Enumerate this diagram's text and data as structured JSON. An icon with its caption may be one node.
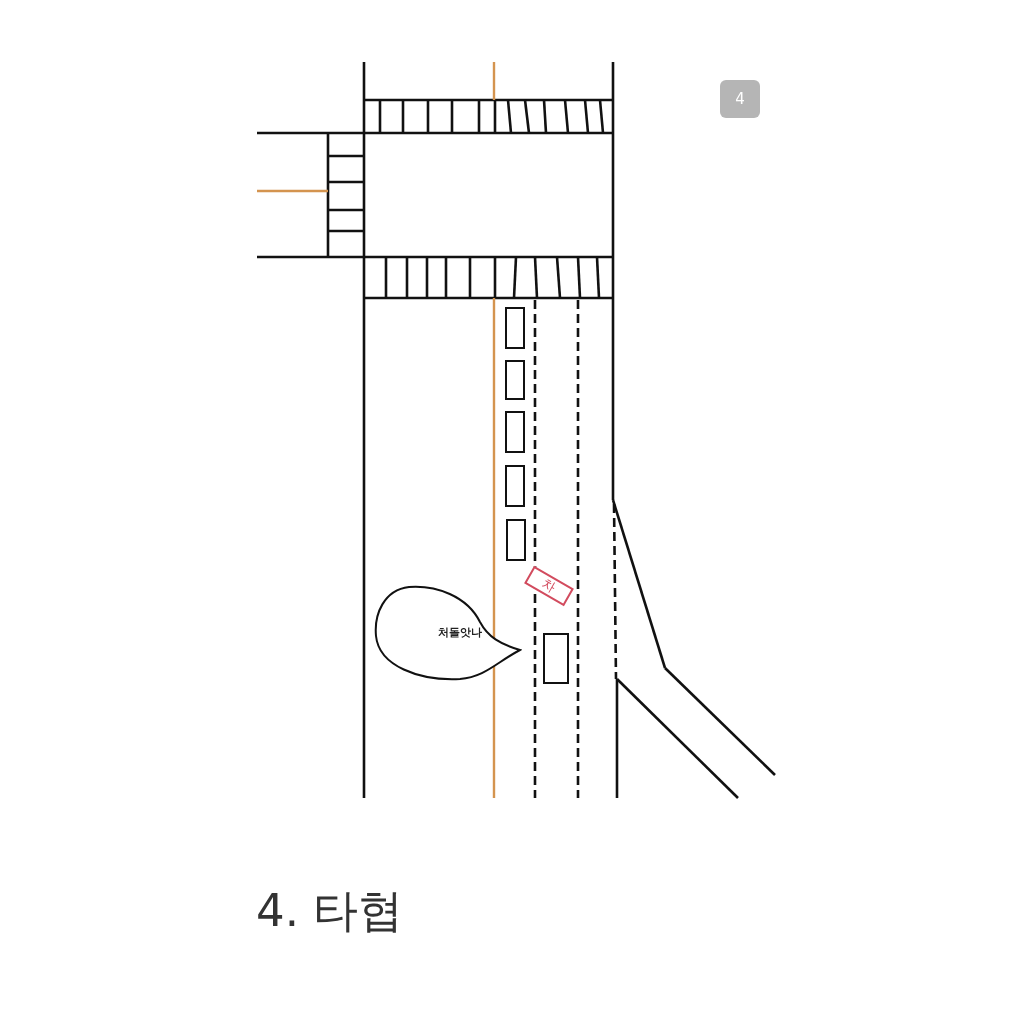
{
  "diagram": {
    "caption": "4. 타협",
    "nodes": [
      {
        "text": [],
        "shape": "box"
      },
      {
        "text": [],
        "shape": "box"
      },
      {
        "text": [],
        "shape": "box"
      },
      {
        "text": [],
        "shape": "box"
      },
      {
        "text": [],
        "shape": "box"
      },
      {
        "text": [
          "차"
        ]
      },
      {
        "text": [
          "처돌앗나"
        ]
      },
      {
        "text": [],
        "shape": "box"
      }
    ],
    "labels": [
      "4"
    ]
  }
}
